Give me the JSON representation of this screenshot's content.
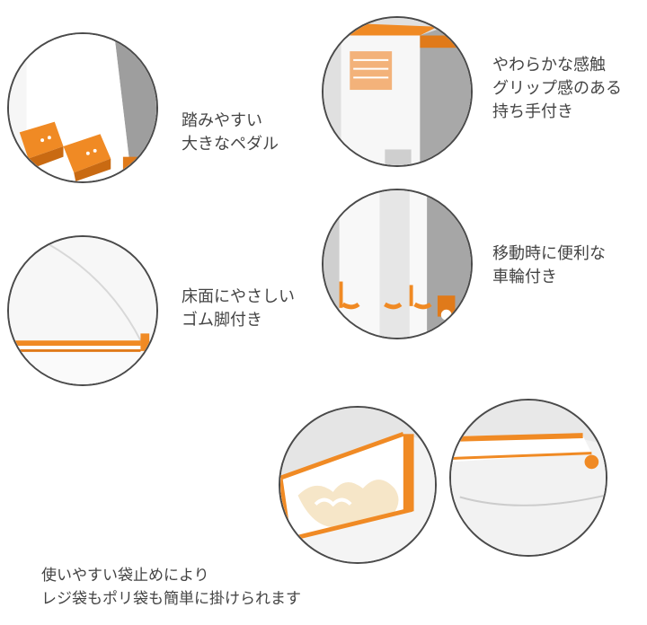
{
  "colors": {
    "accent": "#f08a24",
    "outline": "#4a4a4a",
    "body": "#f4f4f4",
    "shade": "#bdbdbd"
  },
  "features": {
    "pedal": {
      "lines": [
        "踏みやすい",
        "大きなペダル"
      ]
    },
    "handle": {
      "lines": [
        "やわらかな感触",
        "グリップ感のある",
        "持ち手付き"
      ]
    },
    "rubber_feet": {
      "lines": [
        "床面にやさしい",
        "ゴム脚付き"
      ]
    },
    "wheels": {
      "lines": [
        "移動時に便利な",
        "車輪付き"
      ]
    },
    "bag_holder": {
      "lines": [
        "使いやすい袋止めにより",
        "レジ袋もポリ袋も簡単に掛けられます"
      ]
    }
  }
}
